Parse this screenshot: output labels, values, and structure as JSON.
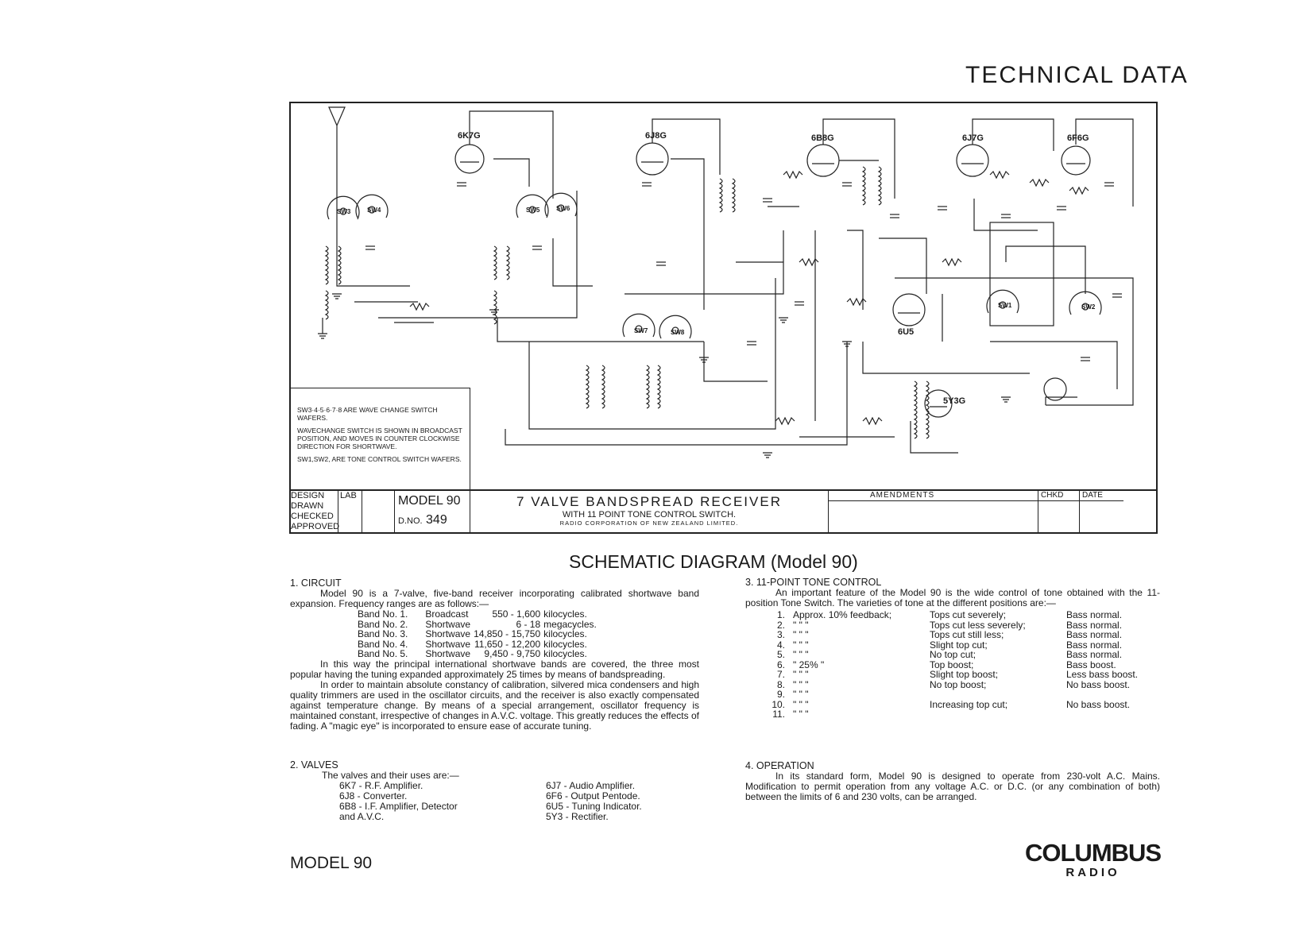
{
  "header_title": "TECHNICAL DATA",
  "valves_labels": [
    "6K7G",
    "6J8G",
    "6B8G",
    "6J7G",
    "6F6G",
    "6U5",
    "5Y3G"
  ],
  "switch_labels": [
    "SW3",
    "SW4",
    "SW5",
    "SW6",
    "SW7",
    "SW8",
    "SW1",
    "SW2"
  ],
  "notes": [
    "SW3·4·5·6·7·8 ARE WAVE CHANGE SWITCH WAFERS.",
    "WAVECHANGE SWITCH IS SHOWN IN BROADCAST POSITION, AND MOVES IN COUNTER CLOCKWISE DIRECTION FOR SHORTWAVE.",
    "SW1,SW2, ARE TONE CONTROL SWITCH WAFERS."
  ],
  "title_block": {
    "design": "DESIGN",
    "lab": "LAB",
    "drawn": "DRAWN",
    "checked": "CHECKED",
    "approved": "APPROVED",
    "model": "MODEL 90",
    "dno_label": "D.NO.",
    "dno": "349",
    "main_title": "7 VALVE  BANDSPREAD  RECEIVER",
    "sub_title": "WITH 11 POINT TONE CONTROL SWITCH.",
    "company": "RADIO CORPORATION OF NEW ZEALAND LIMITED.",
    "amendments": "AMENDMENTS",
    "chkd": "CHKD",
    "date": "DATE"
  },
  "diagram_title": "SCHEMATIC DIAGRAM (Model 90)",
  "circuit": {
    "heading": "1. CIRCUIT",
    "intro": "Model 90 is a 7-valve, five-band receiver incorporating calibrated shortwave band expansion. Frequency ranges are as follows:—",
    "bands": [
      [
        "Band No. 1.",
        "Broadcast",
        "550 - 1,600",
        "kilocycles."
      ],
      [
        "Band No. 2.",
        "Shortwave",
        "6 - 18",
        "megacycles."
      ],
      [
        "Band No. 3.",
        "Shortwave",
        "14,850 - 15,750",
        "kilocycles."
      ],
      [
        "Band No. 4.",
        "Shortwave",
        "11,650 - 12,200",
        "kilocycles."
      ],
      [
        "Band No. 5.",
        "Shortwave",
        "9,450 - 9,750",
        "kilocycles."
      ]
    ],
    "para2": "In this way the principal international shortwave bands are covered, the three most popular having the tuning expanded approximately 25 times by means of bandspreading.",
    "para3": "In order to maintain absolute constancy of calibration, silvered mica condensers and high quality trimmers are used in the oscillator circuits, and the receiver is also exactly compensated against temperature change. By means of a special arrangement, oscillator frequency is maintained constant, irrespective of changes in A.V.C. voltage. This greatly reduces the effects of fading. A \"magic eye\" is incorporated to ensure ease of accurate tuning."
  },
  "valves": {
    "heading": "2. VALVES",
    "intro": "The valves and their uses are:—",
    "left": [
      "6K7 - R.F. Amplifier.",
      "6J8 - Converter.",
      "6B8 - I.F. Amplifier, Detector",
      "and A.V.C."
    ],
    "right": [
      "6J7 - Audio Amplifier.",
      "6F6 - Output Pentode.",
      "6U5 - Tuning Indicator.",
      "5Y3 - Rectifier."
    ]
  },
  "tone": {
    "heading": "3. 11-POINT TONE CONTROL",
    "intro": "An important feature of the Model 90 is the wide control of tone obtained with the 11-position Tone Switch. The varieties of tone at the different positions are:—",
    "rows": [
      [
        "1.",
        "Approx. 10% feedback;",
        "Tops cut severely;",
        "Bass normal."
      ],
      [
        "2.",
        "\"      \"      \"",
        "Tops cut less severely;",
        "Bass normal."
      ],
      [
        "3.",
        "\"      \"      \"",
        "Tops cut still less;",
        "Bass normal."
      ],
      [
        "4.",
        "\"      \"      \"",
        "Slight top cut;",
        "Bass normal."
      ],
      [
        "5.",
        "\"      \"      \"",
        "No top cut;",
        "Bass normal."
      ],
      [
        "6.",
        "\"   25%   \"",
        "Top boost;",
        "Bass boost."
      ],
      [
        "7.",
        "\"      \"      \"",
        "Slight top boost;",
        "Less bass boost."
      ],
      [
        "8.",
        "\"      \"      \"",
        "No top boost;",
        "No bass boost."
      ],
      [
        "9.",
        "\"      \"      \"",
        "",
        ""
      ],
      [
        "10.",
        "\"      \"      \"",
        "Increasing top cut;",
        "No bass boost."
      ],
      [
        "11.",
        "\"      \"      \"",
        "",
        ""
      ]
    ]
  },
  "operation": {
    "heading": "4. OPERATION",
    "text": "In its standard form, Model 90 is designed to operate from 230-volt A.C. Mains. Modification to permit operation from any voltage A.C. or D.C. (or any combination of both) between the limits of 6 and 230 volts, can be arranged."
  },
  "footer_model": "MODEL 90",
  "logo_main": "COLUMBUS",
  "logo_sub": "RADIO"
}
